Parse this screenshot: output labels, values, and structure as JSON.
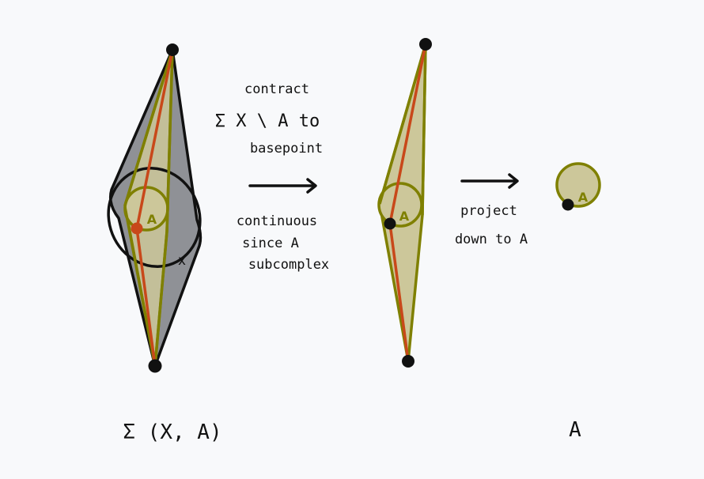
{
  "left_figure": {
    "caption": "Σ (X, A)",
    "x_label": "x",
    "a_label": "A"
  },
  "arrow1": {
    "label_lines": [
      "contract",
      "Σ X \\ A   to",
      "basepoint"
    ],
    "note_lines": [
      "continuous",
      "since A",
      "subcomplex"
    ]
  },
  "middle_figure": {
    "a_label": "A"
  },
  "arrow2": {
    "label_lines": [
      "project",
      "down to A"
    ]
  },
  "right_figure": {
    "a_label": "A",
    "caption": "A"
  },
  "colors": {
    "background": "#f8f9fb",
    "cone_gray": "#8f9196",
    "olive_fill": "#ccc79a",
    "olive_stroke": "#7f8000",
    "orange": "#c8481a",
    "ink": "#111111"
  }
}
